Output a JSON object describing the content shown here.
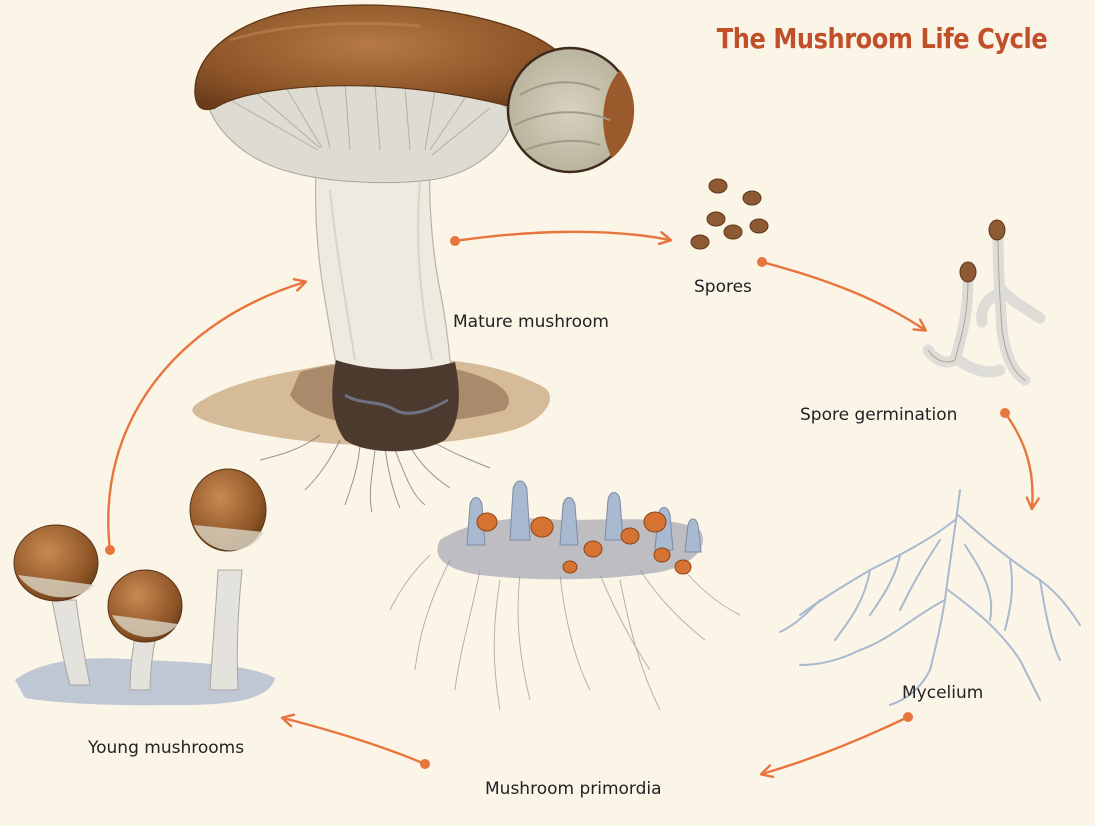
{
  "title": "The Mushroom Life Cycle",
  "colors": {
    "title": "#c1502a",
    "arrow": "#e8743e",
    "background": "#fbf5e8",
    "cap": "#9c5e2e",
    "stem": "#eeeae0",
    "hyphae": "#a9b9cf",
    "soil": "#5b4535"
  },
  "stages": [
    {
      "id": "mature",
      "label": "Mature mushroom"
    },
    {
      "id": "spores",
      "label": "Spores"
    },
    {
      "id": "germination",
      "label": "Spore germination"
    },
    {
      "id": "mycelium",
      "label": "Mycelium"
    },
    {
      "id": "primordia",
      "label": "Mushroom primordia"
    },
    {
      "id": "young",
      "label": "Young mushrooms"
    }
  ]
}
